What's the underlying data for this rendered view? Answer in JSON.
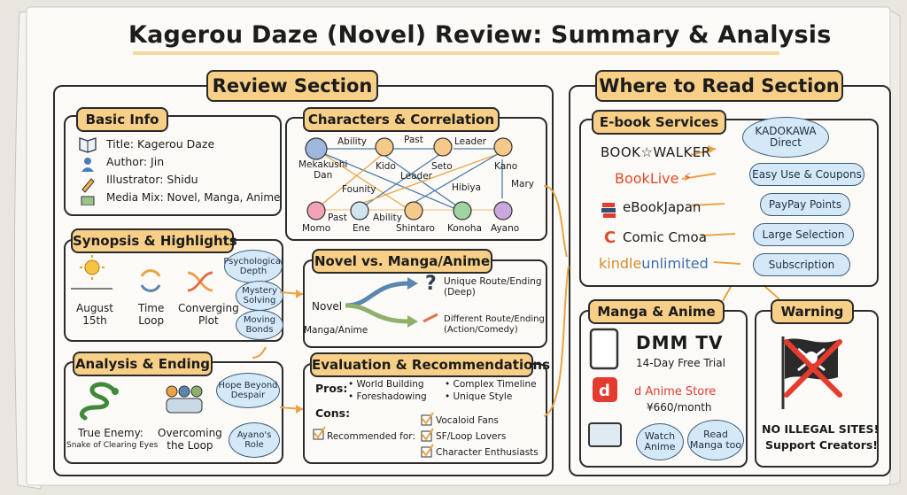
{
  "title": "Kagerou Daze (Novel) Review: Summary & Analysis",
  "review_section": {
    "heading": "Review Section",
    "basic_info": {
      "heading": "Basic Info",
      "title": "Title: Kagerou Daze",
      "author": "Author: Jin",
      "illustrator": "Illustrator: Shidu",
      "media_mix": "Media Mix: Novel, Manga, Anime"
    },
    "characters": {
      "heading": "Characters & Correlation",
      "names": {
        "mekakushi": "Mekakushi\nDan",
        "kido": "Kido",
        "seto": "Seto",
        "kano": "Kano",
        "momo": "Momo",
        "ene": "Ene",
        "shintaro": "Shintaro",
        "konoha": "Konoha",
        "ayano": "Ayano"
      },
      "relations": {
        "ability1": "Ability",
        "past1": "Past",
        "leader1": "Leader",
        "founity": "Founity",
        "leader2": "Leader",
        "hibiya": "Hibiya",
        "mary": "Mary",
        "past2": "Past",
        "ability2": "Ability"
      }
    },
    "synopsis": {
      "heading": "Synopsis & Highlights",
      "august": "August\n15th",
      "time_loop": "Time\nLoop",
      "converging": "Converging\nPlot",
      "bubble1": "Psychological\nDepth",
      "bubble2": "Mystery\nSolving",
      "bubble3": "Moving\nBonds"
    },
    "novel_vs": {
      "heading": "Novel vs. Manga/Anime",
      "novel": "Novel",
      "manga_anime": "Manga/Anime",
      "route1": "Unique Route/Ending\n(Deep)",
      "route2": "Different Route/Ending\n(Action/Comedy)"
    },
    "analysis": {
      "heading": "Analysis & Ending",
      "true_enemy": "True Enemy:",
      "snake": "Snake of Clearing Eyes",
      "overcoming": "Overcoming\nthe Loop",
      "bubble1": "Hope Beyond\nDespair",
      "bubble2": "Ayano's\nRole"
    },
    "evaluation": {
      "heading": "Evaluation & Recommendations",
      "pros_label": "Pros:",
      "pros1": "• World Building",
      "pros2": "• Foreshadowing",
      "pros3": "• Complex Timeline",
      "pros4": "• Unique Style",
      "cons_label": "Cons:",
      "recommended": "Recommended for:",
      "rec1": "Vocaloid Fans",
      "rec2": "SF/Loop Lovers",
      "rec3": "Character Enthusiasts"
    }
  },
  "where_section": {
    "heading": "Where to Read Section",
    "ebook": {
      "heading": "E-book Services",
      "bookwalker": "BOOK☆WALKER",
      "booklive": "BookLive",
      "ebookjapan": "eBookJapan",
      "comic": "Comic Cmoa",
      "kindle_a": "kindle",
      "kindle_b": "unlimited",
      "b1": "KADOKAWA\nDirect",
      "b2": "Easy Use & Coupons",
      "b3": "PayPay Points",
      "b4": "Large Selection",
      "b5": "Subscription"
    },
    "manga_anime": {
      "heading": "Manga & Anime",
      "dmm": "DMM TV",
      "dmm_trial": "14-Day Free Trial",
      "danime": "d Anime Store",
      "danime_price": "¥660/month",
      "watch": "Watch\nAnime",
      "read": "Read\nManga too"
    },
    "warning": {
      "heading": "Warning",
      "line1": "NO ILLEGAL SITES!",
      "line2": "Support Creators!"
    }
  },
  "colors": {
    "tag": "#f7cf87",
    "bubble": "#d4e8f7",
    "arrow": "#e9a444",
    "line_blue": "#5b86b0",
    "booklive_red": "#e14a2a",
    "danime_red": "#e33b2e"
  }
}
